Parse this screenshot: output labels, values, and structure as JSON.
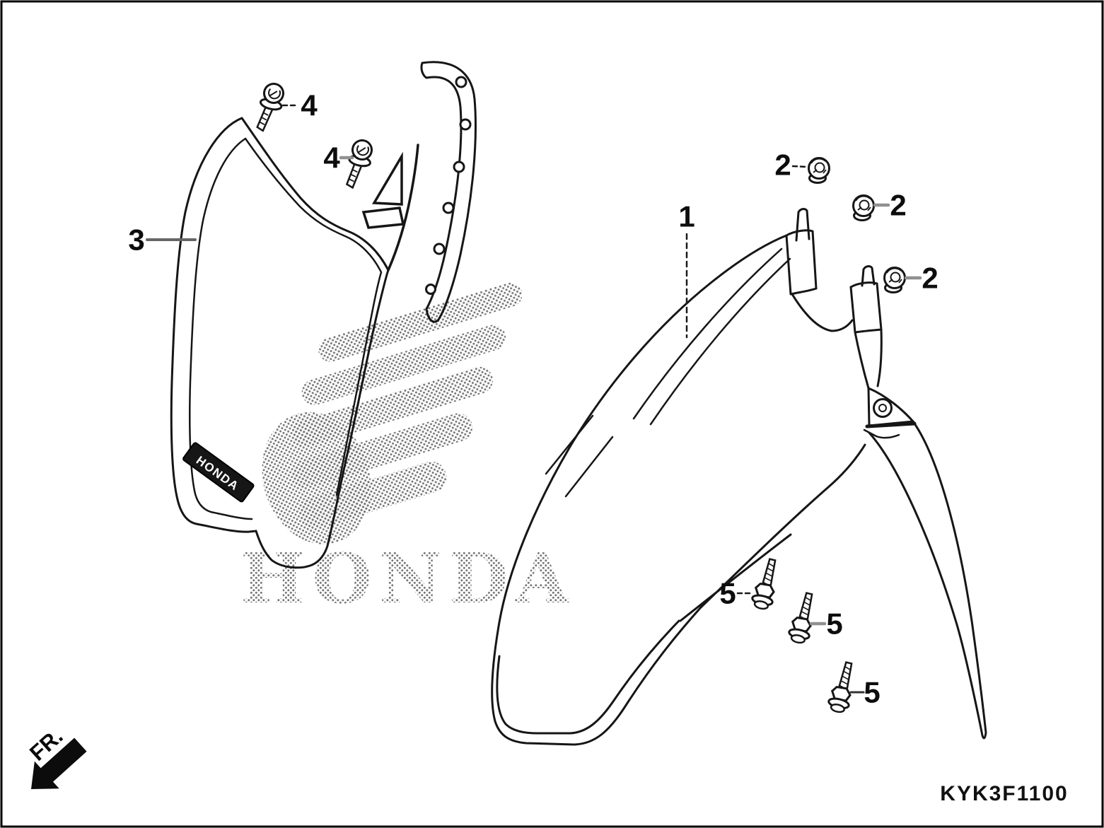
{
  "diagram": {
    "code": "KYK3F1100",
    "direction_label": "FR.",
    "watermark_text": "HONDA",
    "sticker_text": "HONDA",
    "callouts": {
      "part1": "1",
      "part2": "2",
      "part3": "3",
      "part4": "4",
      "part5": "5"
    },
    "colors": {
      "line": "#161616",
      "leader_gray": "#909090",
      "background": "#ffffff"
    }
  }
}
